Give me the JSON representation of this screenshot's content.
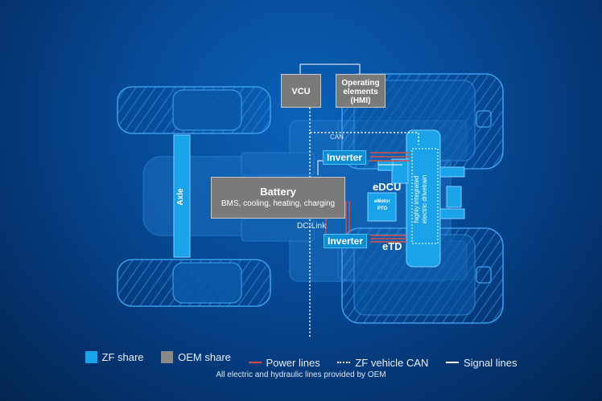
{
  "diagram": {
    "vcu": "VCU",
    "operating_elements": [
      "Operating",
      "elements",
      "(HMI)"
    ],
    "can": "CAN",
    "inverter_top": "Inverter",
    "inverter_bottom": "Inverter",
    "edcu": "eDCU",
    "emotor": "eMotor",
    "pto": "PTO",
    "etd": "eTD",
    "drivetrain": [
      "highly integrated",
      "electric drivetrain"
    ],
    "battery_title": "Battery",
    "battery_sub": "BMS, cooling, heating, charging",
    "dclink": "DC-Link",
    "axle": "Axle"
  },
  "legend": {
    "items": [
      {
        "label": "ZF share",
        "kind": "swatch",
        "color": "#1aa3e8"
      },
      {
        "label": "OEM share",
        "kind": "swatch",
        "color": "#8a8a8a"
      },
      {
        "label": "Power lines",
        "kind": "line",
        "color": "#d8504a",
        "style": "solid"
      },
      {
        "label": "ZF vehicle CAN",
        "kind": "line",
        "color": "#ffffff",
        "style": "dotted"
      },
      {
        "label": "Signal lines",
        "kind": "line",
        "color": "#ffffff",
        "style": "solid"
      }
    ],
    "note": "All electric and hydraulic lines provided by OEM"
  }
}
